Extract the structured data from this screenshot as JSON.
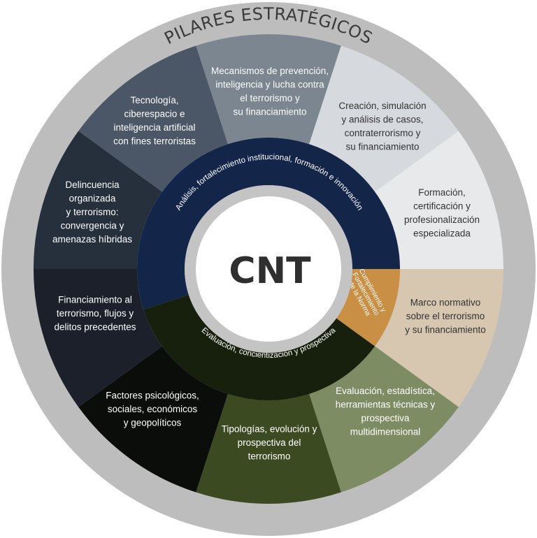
{
  "title": "PILARES ESTRATÉGICOS",
  "center": "CNT",
  "colors": {
    "outer_ring": "#bdbdbd",
    "center_ring": "#c4c4c4",
    "center_fill": "#ffffff",
    "band_top": "#14254a",
    "band_bottom": "#17200c",
    "band_norma": "#c98f44"
  },
  "bands": {
    "top": "Análisis, fortalecimiento institucional, formación e innovación",
    "bottom": "Evaluación, concientización y prospectiva",
    "norma": [
      "Cumplimiento y",
      "Fortalecimiento",
      "de la Norma"
    ]
  },
  "segments": [
    {
      "lines": [
        "Mecanismos de prevención,",
        "inteligencia y lucha contra",
        "el terrorismo y",
        "su financiamiento"
      ],
      "color": "#7b8690",
      "text_color": "#ffffff"
    },
    {
      "lines": [
        "Creación, simulación",
        "y análisis de casos,",
        "contraterrorismo y",
        "su financiamiento"
      ],
      "color": "#d6d9dd",
      "text_color": "#333333"
    },
    {
      "lines": [
        "Formación,",
        "certificación y",
        "profesionalización",
        "especializada"
      ],
      "color": "#e8e9eb",
      "text_color": "#333333"
    },
    {
      "lines": [
        "Marco normativo",
        "sobre el terrorismo",
        "y su financiamiento"
      ],
      "color": "#d7c7b0",
      "text_color": "#333333"
    },
    {
      "lines": [
        "Evaluación, estadística,",
        "herramientas técnicas y",
        "prospectiva",
        "multidimensional"
      ],
      "color": "#7d8c62",
      "text_color": "#ffffff"
    },
    {
      "lines": [
        "Tipologías, evolución y",
        "prospectiva del",
        "terrorismo"
      ],
      "color": "#3c4a22",
      "text_color": "#ffffff"
    },
    {
      "lines": [
        "Factores psicológicos,",
        "sociales, económicos",
        "y geopolíticos"
      ],
      "color": "#0b0d0a",
      "text_color": "#ffffff"
    },
    {
      "lines": [
        "Financiamiento al",
        "terrorismo, flujos y",
        "delitos precedentes"
      ],
      "color": "#1b202b",
      "text_color": "#ffffff"
    },
    {
      "lines": [
        "Delincuencia",
        "organizada",
        "y terrorismo:",
        "convergencia y",
        "amenazas híbridas"
      ],
      "color": "#262f3c",
      "text_color": "#ffffff"
    },
    {
      "lines": [
        "Tecnología,",
        "ciberespacio e",
        "inteligencia artificial",
        "con fines terroristas"
      ],
      "color": "#4b5766",
      "text_color": "#ffffff"
    }
  ]
}
